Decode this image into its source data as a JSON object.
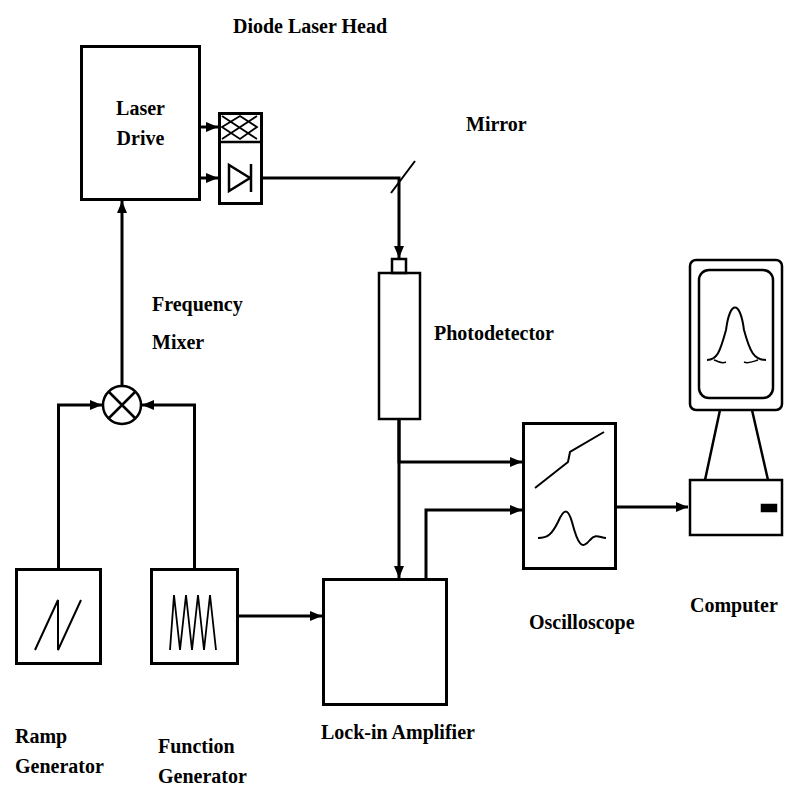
{
  "diagram": {
    "nodes": [
      {
        "text": [
          "Diode Laser Head"
        ]
      },
      {
        "text": [
          "Laser Drive"
        ]
      },
      {
        "text": [
          "Frequency Mixer"
        ]
      },
      {
        "text": [
          "Photodetector"
        ]
      },
      {
        "text": [
          "Oscilloscope"
        ]
      },
      {
        "text": [
          "Computer"
        ]
      },
      {
        "text": [
          "Ramp Generator"
        ]
      },
      {
        "text": [
          "Function Generator"
        ]
      },
      {
        "text": [
          "Lock-in Amplifier"
        ]
      }
    ],
    "edges": [
      {
        "from": 1,
        "to": 0,
        "arrow": "to"
      },
      {
        "from": 1,
        "to": 0,
        "arrow": "to"
      },
      {
        "from": 0,
        "to": 3,
        "arrow": "to"
      },
      {
        "from": 2,
        "to": 1,
        "arrow": "to"
      },
      {
        "from": 6,
        "to": 2,
        "arrow": "to"
      },
      {
        "from": 7,
        "to": 2,
        "arrow": "to"
      },
      {
        "from": 7,
        "to": 8,
        "arrow": "to"
      },
      {
        "from": 3,
        "to": 4,
        "arrow": "to"
      },
      {
        "from": 3,
        "to": 8,
        "arrow": "to"
      },
      {
        "from": 8,
        "to": 4,
        "arrow": "to"
      },
      {
        "from": 4,
        "to": 5,
        "arrow": "to"
      }
    ],
    "labels": [
      "Mirror"
    ]
  }
}
